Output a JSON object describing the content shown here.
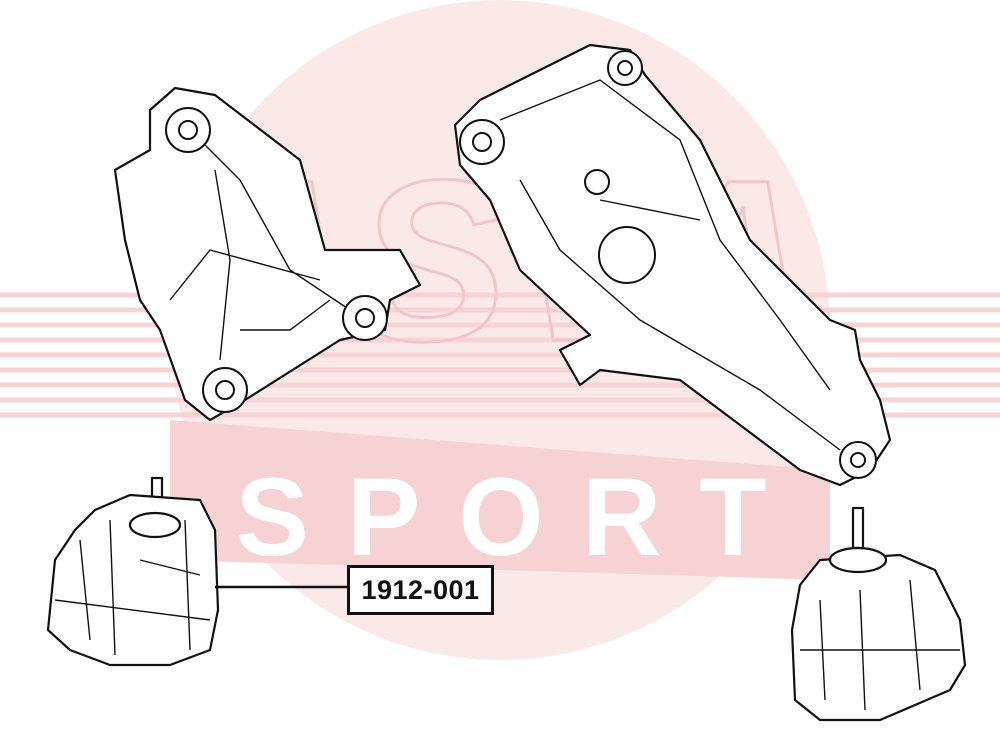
{
  "watermark": {
    "brand_top": "ASVA",
    "brand_bottom": "SPORT",
    "color": "#f6d6d8"
  },
  "callout": {
    "part_number": "1912-001"
  }
}
